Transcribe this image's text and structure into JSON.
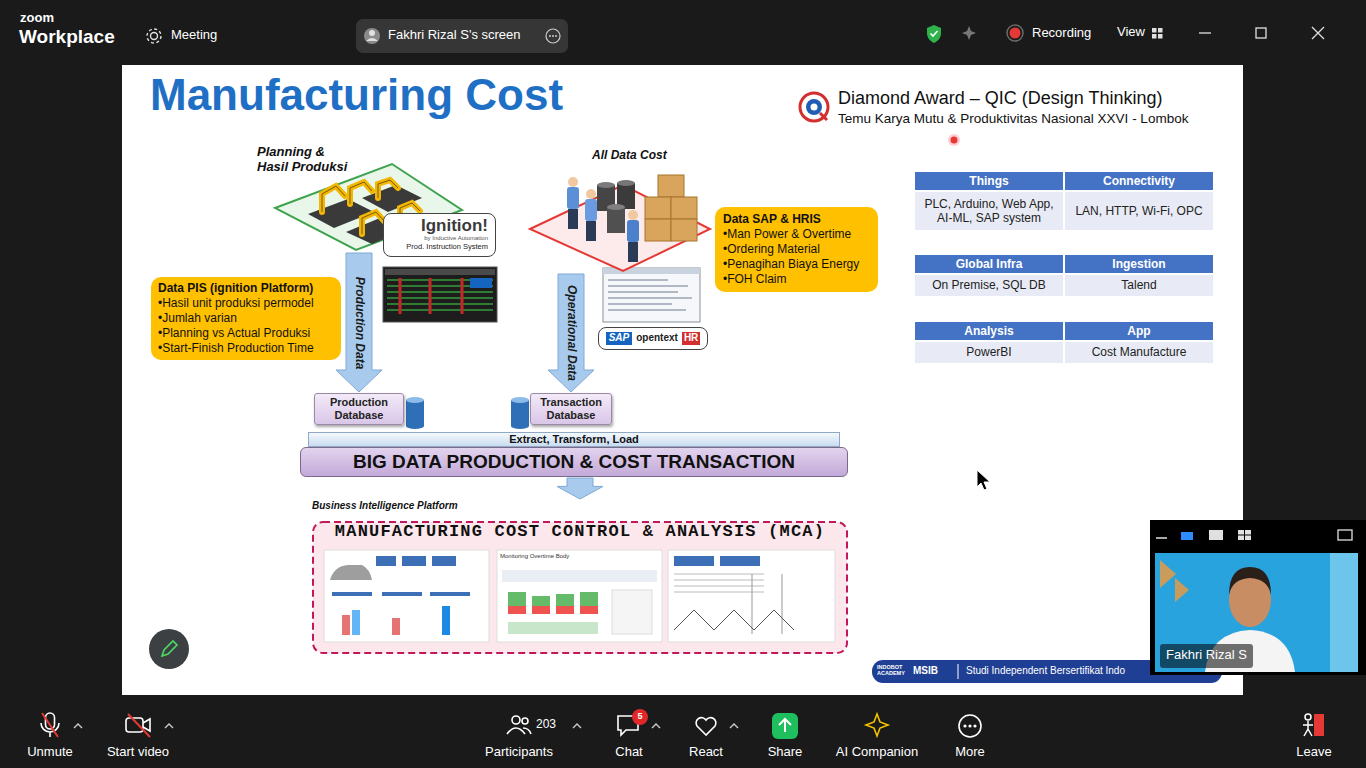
{
  "diagram": {
    "title": "Manufacturing Cost",
    "nodes": [
      {
        "text": [
          "Planning & Hasil Produksi"
        ]
      },
      {
        "text": [
          "Ignition!",
          "by Inductive Automation",
          "Prod. Instruction System"
        ]
      },
      {
        "text": [
          "Data PIS (ignition Platform)",
          "•Hasil unit produksi permodel",
          "•Jumlah varian",
          "•Planning vs Actual Produksi",
          "•Start-Finish Production Time"
        ]
      },
      {
        "text": [
          "All Data Cost"
        ]
      },
      {
        "text": [
          "Data SAP & HRIS",
          "•Man Power & Overtime",
          "•Ordering Material",
          "•Penagihan Biaya Energy",
          "•FOH Claim"
        ]
      },
      {
        "text": [
          "SAP",
          "opentext",
          "HR"
        ]
      },
      {
        "text": [
          "Production Database"
        ]
      },
      {
        "text": [
          "Transaction Database"
        ]
      },
      {
        "text": [
          "Extract, Transform, Load",
          "BIG DATA PRODUCTION & COST TRANSACTION"
        ]
      },
      {
        "text": [
          "Business Intelligence Platform",
          "MANUFACTURING COST CONTROL & ANALYSIS (MCA)"
        ]
      }
    ],
    "edges": [
      {
        "from": 0,
        "to": 6,
        "arrow": "to",
        "label": "Production Data"
      },
      {
        "from": 3,
        "to": 7,
        "arrow": "to",
        "label": "Operational Data"
      },
      {
        "from": 8,
        "to": 9,
        "arrow": "to"
      }
    ],
    "labels": [
      "zoom",
      "Workplace",
      "Meeting",
      "Fakhri Rizal S's screen",
      "Recording",
      "View",
      "Diamond Award – QIC (Design Thinking)",
      "Temu Karya Mutu & Produktivitas Nasional XXVI - Lombok",
      "Things",
      "Connectivity",
      "PLC, Arduino, Web App, AI-ML, SAP system",
      "LAN, HTTP, Wi-Fi, OPC",
      "Global Infra",
      "Ingestion",
      "On Premise, SQL DB",
      "Talend",
      "Analysis",
      "App",
      "PowerBI",
      "Cost Manufacture",
      "Monitoring Overtime Body",
      "INDOBOT ACADEMY",
      "MSIB",
      "Studi Independent Bersertifikat Indo",
      "Fakhri Rizal S",
      "Unmute",
      "Start video",
      "203",
      "Participants",
      "5",
      "Chat",
      "React",
      "Share",
      "AI Companion",
      "More",
      "Leave"
    ]
  }
}
